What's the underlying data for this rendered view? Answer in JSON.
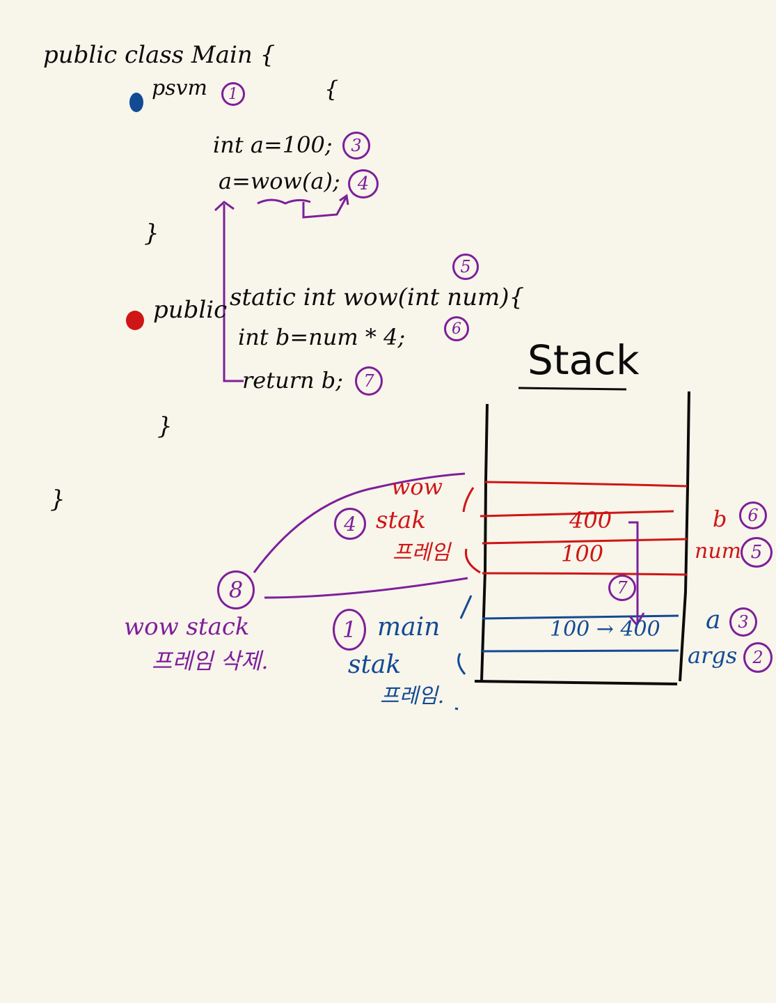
{
  "colors": {
    "background": "#f8f5ea",
    "ink": "#0b0b0b",
    "purple": "#7d1f9b",
    "red": "#cf1516",
    "blue": "#124a94"
  },
  "code": {
    "class_decl": "public class Main {",
    "main_decl": "psvm",
    "main_open_brace": "{",
    "line_int_a": "int a=100;",
    "line_call": "a=wow(a);",
    "main_close_brace": "}",
    "wow_access": "public",
    "wow_decl": "static int wow(int num){",
    "line_int_b": "int b=num * 4;",
    "line_return": "return b;",
    "wow_close_brace": "}",
    "class_close_brace": "}"
  },
  "steps": {
    "psvm": "1",
    "int_a": "3",
    "call": "4",
    "wow_decl": "5",
    "int_b": "6",
    "return": "7"
  },
  "stack": {
    "title": "Stack",
    "wow_frame_label": [
      "wow",
      "stak",
      "프레임"
    ],
    "wow_frame_step": "4",
    "main_frame_label": [
      "main",
      "stak",
      "프레임."
    ],
    "main_frame_step": "1",
    "cell_b_value": "400",
    "cell_num_value": "100",
    "cell_a_value": "100 → 400",
    "return_step": "7",
    "slots": [
      {
        "name": "b",
        "step": "6"
      },
      {
        "name": "num",
        "step": "5"
      },
      {
        "name": "a",
        "step": "3"
      },
      {
        "name": "args",
        "step": "2"
      }
    ],
    "delete_step": "8",
    "delete_label": [
      "wow stack",
      "프레임 삭제."
    ]
  }
}
